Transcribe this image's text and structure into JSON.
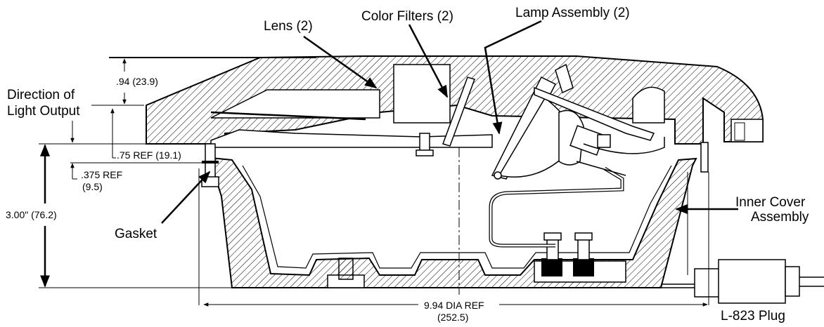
{
  "labels": {
    "lens": "Lens (2)",
    "color_filters": "Color Filters (2)",
    "lamp_assembly": "Lamp Assembly (2)",
    "direction_line1": "Direction of",
    "direction_line2": "Light Output",
    "inner_cover_line1": "Inner Cover",
    "inner_cover_line2": "Assembly",
    "gasket": "Gasket",
    "plug": "L-823 Plug"
  },
  "dimensions": {
    "top_offset": ".94 (23.9)",
    "ref_075": ".75 REF (19.1)",
    "ref_0375": ".375  REF",
    "ref_0375_mm": "(9.5)",
    "height": "3.00\" (76.2)",
    "diameter": "9.94 DIA REF",
    "diameter_mm": "(252.5)"
  },
  "colors": {
    "ink": "#000000",
    "background": "#ffffff"
  }
}
